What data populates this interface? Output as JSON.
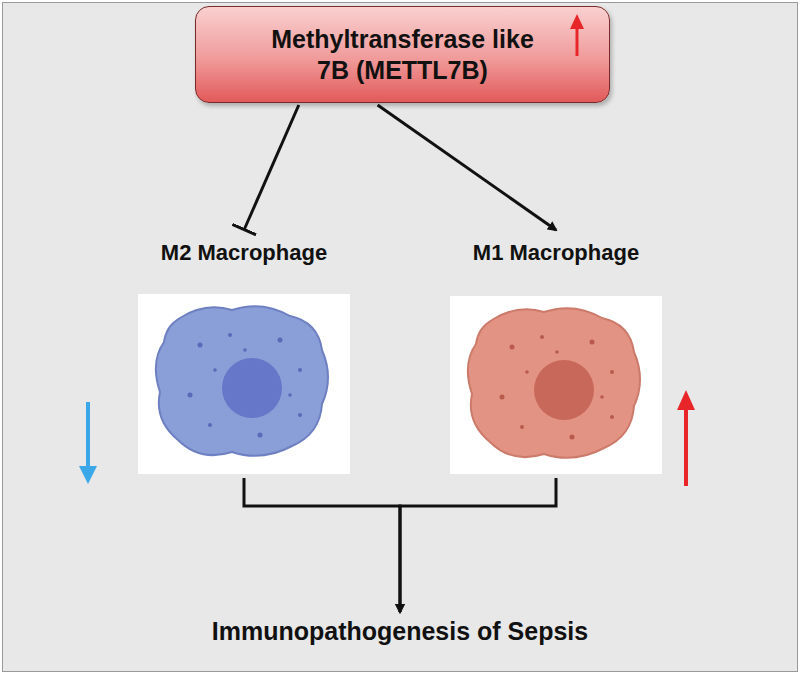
{
  "diagram": {
    "nodes": [
      {
        "text": [
          "Methyltransferase like 7B (METTL7B)"
        ]
      },
      {
        "text": [
          "M2 Macrophage"
        ]
      },
      {
        "text": [
          "M1 Macrophage"
        ]
      },
      {
        "text": [
          "Immunopathogenesis of Sepsis"
        ]
      }
    ],
    "edges": [
      {
        "from": 0,
        "to": 1,
        "arrow": "to"
      },
      {
        "from": 0,
        "to": 2,
        "arrow": "to"
      },
      {
        "from": 1,
        "to": 3,
        "arrow": "to"
      },
      {
        "from": 2,
        "to": 3,
        "arrow": "to"
      }
    ]
  }
}
